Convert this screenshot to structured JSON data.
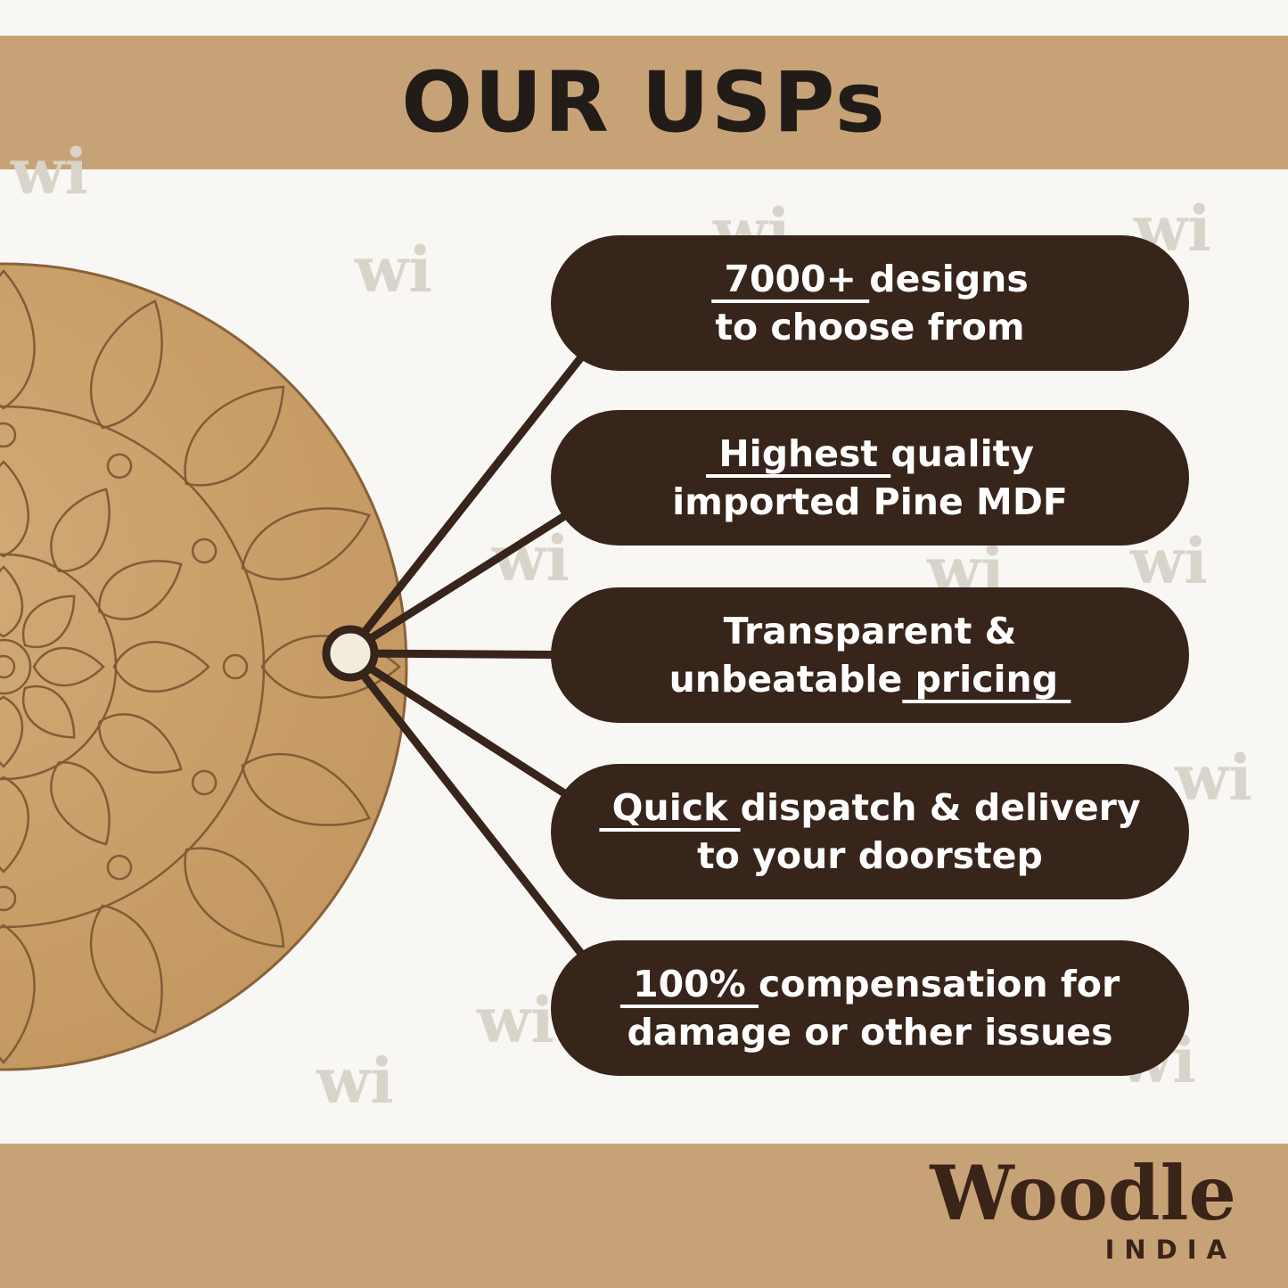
{
  "header": {
    "title": "OUR USPs"
  },
  "watermark": {
    "text": "wi"
  },
  "usps": [
    {
      "line1_pre": "",
      "line1_u": " 7000+ ",
      "line1_post": "designs",
      "line2_pre": "to choose from",
      "line2_u": "",
      "line2_post": ""
    },
    {
      "line1_pre": "",
      "line1_u": " Highest ",
      "line1_post": "quality",
      "line2_pre": "imported Pine MDF",
      "line2_u": "",
      "line2_post": ""
    },
    {
      "line1_pre": "Transparent &",
      "line1_u": "",
      "line1_post": "",
      "line2_pre": "unbeatable",
      "line2_u": " pricing ",
      "line2_post": ""
    },
    {
      "line1_pre": "",
      "line1_u": " Quick ",
      "line1_post": "dispatch & delivery",
      "line2_pre": "to your doorstep",
      "line2_u": "",
      "line2_post": ""
    },
    {
      "line1_pre": "",
      "line1_u": " 100% ",
      "line1_post": "compensation for",
      "line2_pre": "damage or other issues",
      "line2_u": "",
      "line2_post": ""
    }
  ],
  "footer": {
    "brand": "Woodle",
    "country": "INDIA"
  },
  "colors": {
    "banner": "#c8a277",
    "pill": "#37241b",
    "wood": "#c89e67",
    "engraving": "#7f5d37",
    "text_dark": "#211c18",
    "dot_fill": "#f2ecdf"
  }
}
